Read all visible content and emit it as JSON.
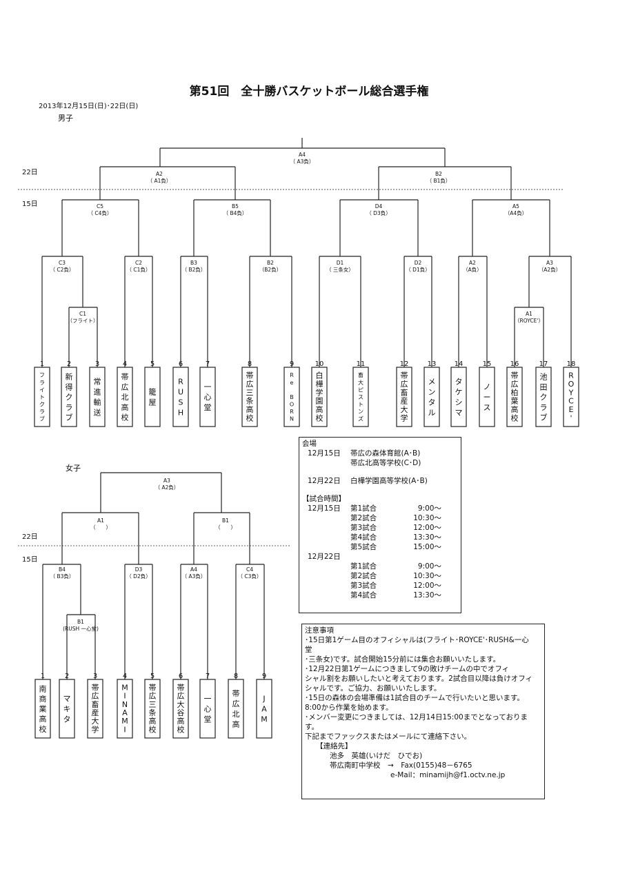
{
  "title": "第51回　全十勝バスケットボール総合選手権",
  "date": "2013年12月15日(日)･22日(日)",
  "men": {
    "label": "男子",
    "day22": "22日",
    "day15": "15日",
    "nodes": [
      {
        "name": "A4",
        "sub": "（ A3負）"
      },
      {
        "name": "A2",
        "sub": "（ A1負）"
      },
      {
        "name": "B2",
        "sub": "（ B1負）"
      },
      {
        "name": "C5",
        "sub": "（ C4負）"
      },
      {
        "name": "B5",
        "sub": "（ B4負）"
      },
      {
        "name": "D4",
        "sub": "（ D3負）"
      },
      {
        "name": "A5",
        "sub": "（A4負）"
      },
      {
        "name": "C3",
        "sub": "（ C2負）"
      },
      {
        "name": "C2",
        "sub": "（ C1負）"
      },
      {
        "name": "B3",
        "sub": "（ B2負）"
      },
      {
        "name": "B2",
        "sub": "（B2負）"
      },
      {
        "name": "D1",
        "sub": "（ 三条女）"
      },
      {
        "name": "D2",
        "sub": "（ D1負）"
      },
      {
        "name": "A2",
        "sub": "（A負）"
      },
      {
        "name": "A3",
        "sub": "（A2負）"
      },
      {
        "name": "C1",
        "sub": "（フライト）"
      },
      {
        "name": "A1",
        "sub": "（ROYCE'）"
      }
    ],
    "teams": [
      {
        "num": "1",
        "name": "フライトクラブ"
      },
      {
        "num": "2",
        "name": "新得クラブ"
      },
      {
        "num": "3",
        "name": "常進輸送"
      },
      {
        "num": "4",
        "name": "帯広北高校"
      },
      {
        "num": "5",
        "name": "籠屋"
      },
      {
        "num": "6",
        "name": "RUSH"
      },
      {
        "num": "7",
        "name": "一心堂"
      },
      {
        "num": "8",
        "name": "帯広三条高校"
      },
      {
        "num": "9",
        "name": "Re BORN"
      },
      {
        "num": "10",
        "name": "白樺学園高校"
      },
      {
        "num": "11",
        "name": "畜大ピストンズ"
      },
      {
        "num": "12",
        "name": "帯広畜産大学"
      },
      {
        "num": "13",
        "name": "メンタル"
      },
      {
        "num": "14",
        "name": "タケシマ"
      },
      {
        "num": "15",
        "name": "ノース"
      },
      {
        "num": "16",
        "name": "帯広柏葉高校"
      },
      {
        "num": "17",
        "name": "池田クラブ"
      },
      {
        "num": "18",
        "name": "ROYCE'"
      }
    ]
  },
  "women": {
    "label": "女子",
    "day22": "22日",
    "day15": "15日",
    "nodes": [
      {
        "name": "A3",
        "sub": "（ A2負）"
      },
      {
        "name": "A1",
        "sub": "（　　）"
      },
      {
        "name": "B1",
        "sub": "（　　）"
      },
      {
        "name": "B4",
        "sub": "（ B3負）"
      },
      {
        "name": "D3",
        "sub": "（ D2負）"
      },
      {
        "name": "A4",
        "sub": "（ A3負）"
      },
      {
        "name": "C4",
        "sub": "（ C3負）"
      },
      {
        "name": "B1",
        "sub": "(RUSH 一心堂)"
      }
    ],
    "teams": [
      {
        "num": "1",
        "name": "南商業高校"
      },
      {
        "num": "2",
        "name": "マキタ"
      },
      {
        "num": "3",
        "name": "帯広畜産大学"
      },
      {
        "num": "4",
        "name": "MINAMI"
      },
      {
        "num": "5",
        "name": "帯広三条高校"
      },
      {
        "num": "6",
        "name": "帯広大谷高校"
      },
      {
        "num": "7",
        "name": "一心堂"
      },
      {
        "num": "8",
        "name": "帯広北高"
      },
      {
        "num": "9",
        "name": "JAM"
      }
    ]
  },
  "venue": {
    "heading": "会場",
    "d15_date": "12月15日",
    "d15_venue1": "帯広の森体育館(A･B)",
    "d15_venue2": "帯広北高等学校(C･D)",
    "d22_date": "12月22日",
    "d22_venue": "白樺学園高等学校(A･B)",
    "times_heading": "【試合時間】",
    "d15_times": [
      {
        "game": "第1試合",
        "time": "9:00～"
      },
      {
        "game": "第2試合",
        "time": "10:30～"
      },
      {
        "game": "第3試合",
        "time": "12:00～"
      },
      {
        "game": "第4試合",
        "time": "13:30～"
      },
      {
        "game": "第5試合",
        "time": "15:00～"
      }
    ],
    "d22_times": [
      {
        "game": "第1試合",
        "time": "9:00～"
      },
      {
        "game": "第2試合",
        "time": "10:30～"
      },
      {
        "game": "第3試合",
        "time": "12:00～"
      },
      {
        "game": "第4試合",
        "time": "13:30～"
      }
    ]
  },
  "notes": {
    "heading": "注意事項",
    "lines": [
      "･15日第1ゲーム目のオフィシャルは(フライト･ROYCE'･RUSH&一心",
      "堂",
      "･三条女)です。試合開始15分前には集合お願いいたします。",
      "･12月22日第1ゲームにつきまして9の敗けチームの中でオフィ",
      "シャル割をお願いしたいと考えております。2試合目以降は負けオフィ",
      "シャルです。ご協力、お願いいたします。",
      "･15日の森体の会場準備は1試合目のチームで行いたいと思います。",
      "8:00から作業を始めます。",
      "･メンバー変更につきましては、12月14日15:00までとなっておりま",
      "す。",
      "下記までファックスまたはメールにて連絡下さい。"
    ],
    "contact_heading": "【連絡先】",
    "contact_name": "池多　英雄(いけだ　ひでお)",
    "contact_school": "帯広南町中学校　→　Fax(0155)48－6765",
    "contact_email": "e-Mail：minamijh@f1.octv.ne.jp"
  }
}
